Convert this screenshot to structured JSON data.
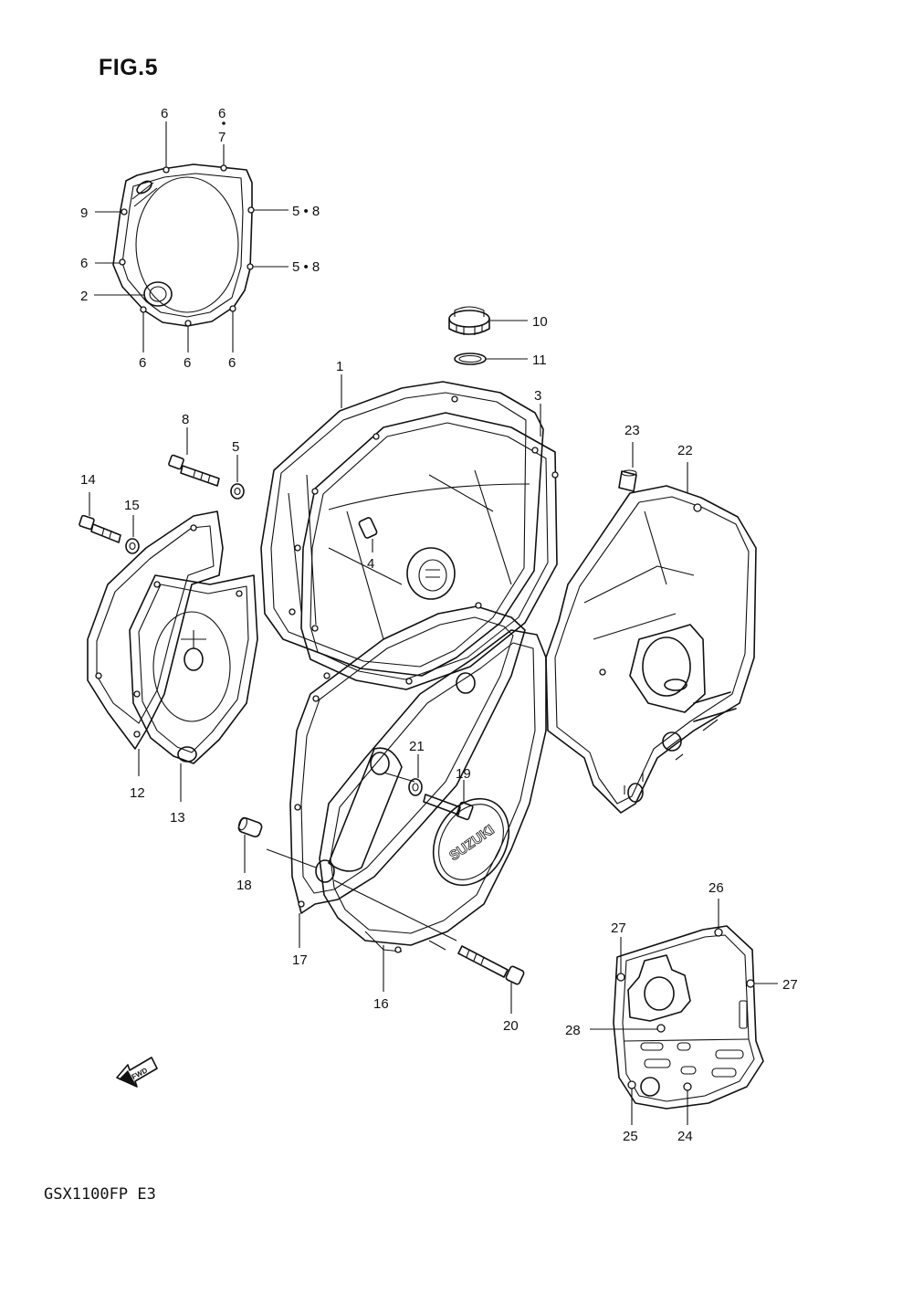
{
  "figure": {
    "title": "FIG.5",
    "model": "GSX1100FP  E3"
  },
  "callouts": {
    "c6a": "6",
    "c6b": "6",
    "c7": "7",
    "c5_8a": "5 • 8",
    "c9": "9",
    "c6c": "6",
    "c5_8b": "5 • 8",
    "c2": "2",
    "c6d": "6",
    "c6e": "6",
    "c6f": "6",
    "c10": "10",
    "c11": "11",
    "c1": "1",
    "c3": "3",
    "c23": "23",
    "c22": "22",
    "c8": "8",
    "c5": "5",
    "c14": "14",
    "c15": "15",
    "c4": "4",
    "c12": "12",
    "c13": "13",
    "c21": "21",
    "c19": "19",
    "c18": "18",
    "c17": "17",
    "c16": "16",
    "c20": "20",
    "c26": "26",
    "c27a": "27",
    "c27b": "27",
    "c28": "28",
    "c25": "25",
    "c24": "24"
  },
  "cover_logo": "SUZUKI",
  "fwd_label": "FWD"
}
